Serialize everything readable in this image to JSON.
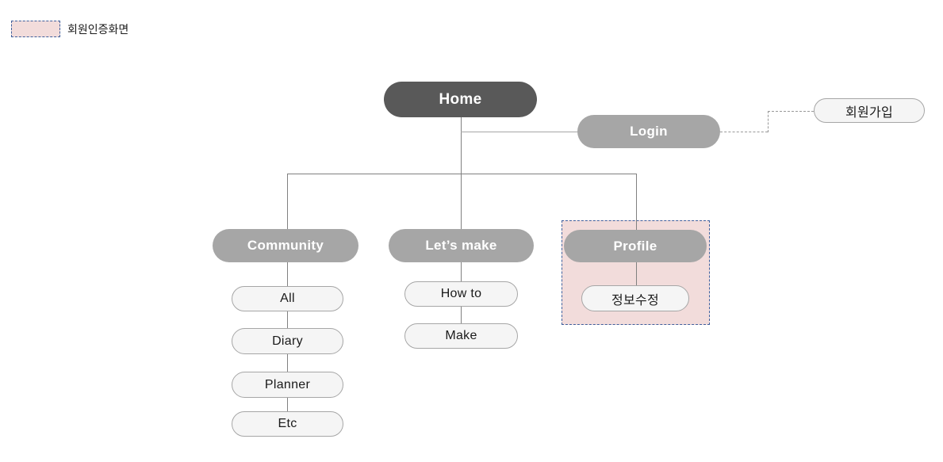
{
  "legend": {
    "label": "회원인증화면"
  },
  "colors": {
    "root_fill": "#595959",
    "branch_fill": "#a6a6a6",
    "leaf_fill": "#f5f5f5",
    "leaf_border": "#a6a6a6",
    "highlight_fill": "#f2dcdb",
    "highlight_border": "#3f5f9c",
    "connector": "#808080",
    "text_on_dark": "#ffffff",
    "text_dark": "#1a1a1a"
  },
  "nodes": {
    "home": {
      "label": "Home",
      "level": "root"
    },
    "login": {
      "label": "Login",
      "level": "branch"
    },
    "signup": {
      "label": "회원가입",
      "level": "leaf"
    },
    "community": {
      "label": "Community",
      "level": "branch"
    },
    "lets_make": {
      "label": "Let’s make",
      "level": "branch"
    },
    "profile": {
      "label": "Profile",
      "level": "branch",
      "highlighted": true
    },
    "all": {
      "label": "All",
      "level": "leaf"
    },
    "diary": {
      "label": "Diary",
      "level": "leaf"
    },
    "planner": {
      "label": "Planner",
      "level": "leaf"
    },
    "etc": {
      "label": "Etc",
      "level": "leaf"
    },
    "how_to": {
      "label": "How to",
      "level": "leaf"
    },
    "make": {
      "label": "Make",
      "level": "leaf"
    },
    "edit_info": {
      "label": "정보수정",
      "level": "leaf",
      "highlighted": true
    }
  }
}
